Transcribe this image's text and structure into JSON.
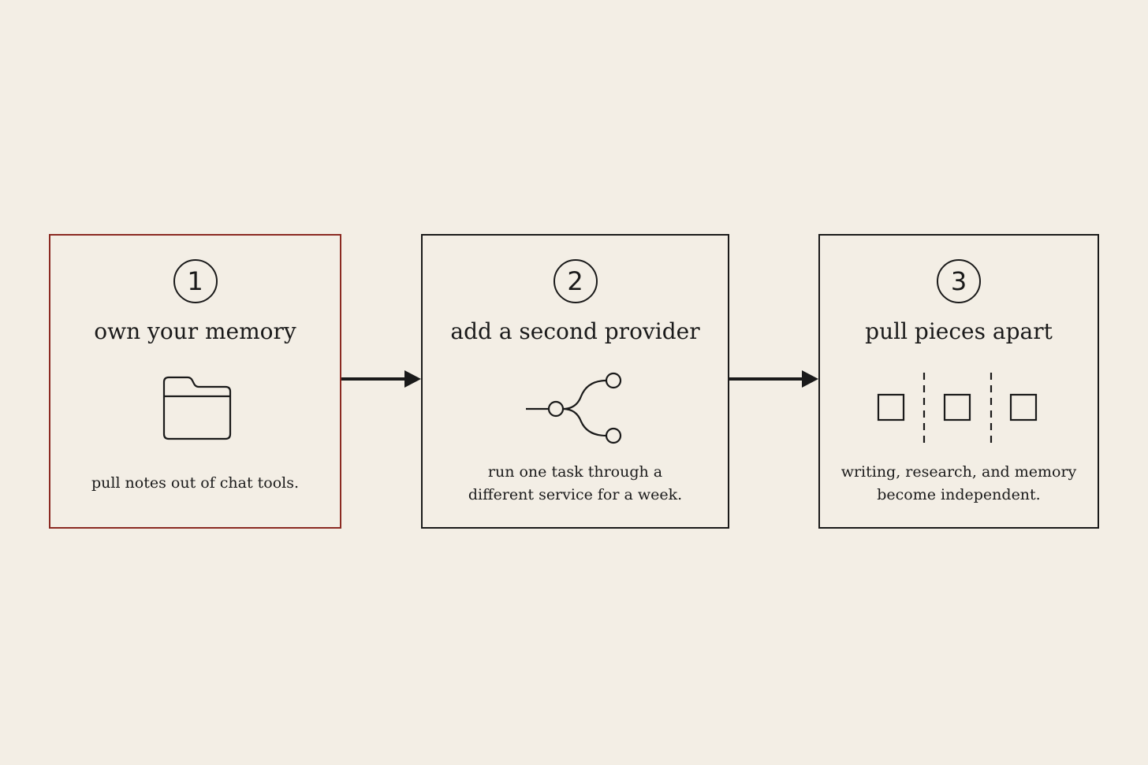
{
  "steps": [
    {
      "number": "1",
      "title": "own your memory",
      "description": "pull notes out of chat tools.",
      "icon": "folder-icon",
      "highlighted": true
    },
    {
      "number": "2",
      "title": "add a second provider",
      "description": "run one task through a\ndifferent service for a week.",
      "icon": "branch-icon",
      "highlighted": false
    },
    {
      "number": "3",
      "title": "pull pieces apart",
      "description": "writing, research, and memory\nbecome independent.",
      "icon": "separated-boxes-icon",
      "highlighted": false
    }
  ],
  "colors": {
    "background": "#f3eee5",
    "stroke": "#1a1a1a",
    "highlight": "#8b2a22"
  }
}
